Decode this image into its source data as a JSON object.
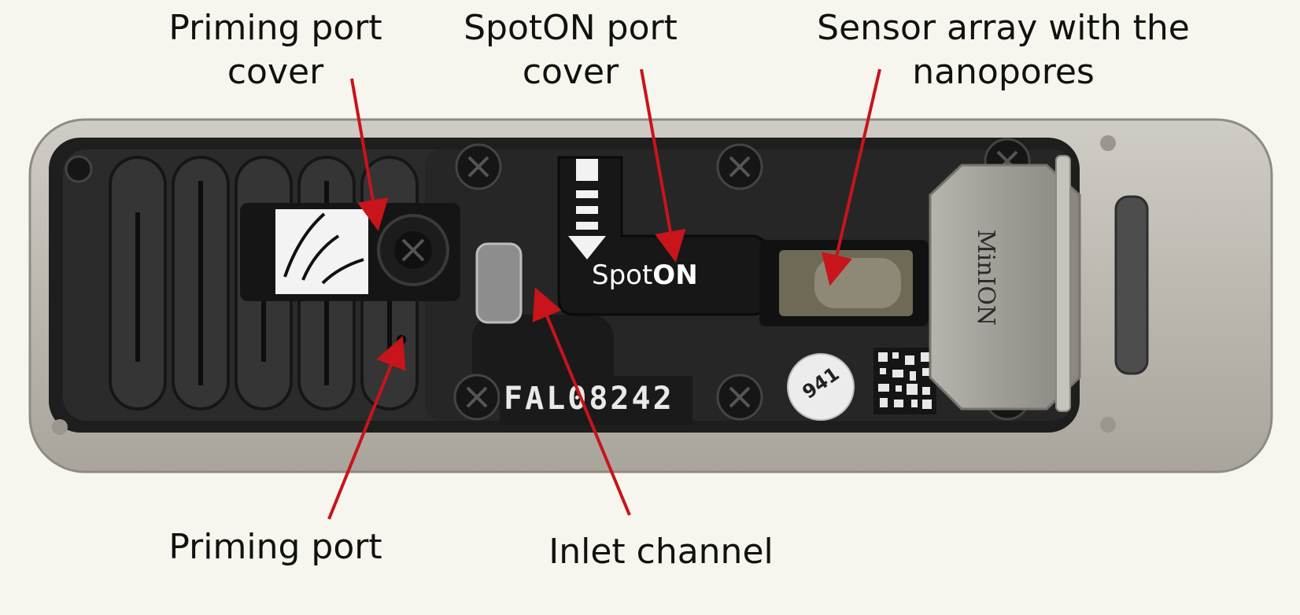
{
  "labels": {
    "priming_port_cover_line1": "Priming port",
    "priming_port_cover_line2": "cover",
    "spoton_port_cover_line1": "SpotON port",
    "spoton_port_cover_line2": "cover",
    "sensor_array_line1": "Sensor array with the",
    "sensor_array_line2": "nanopores",
    "priming_port": "Priming port",
    "inlet_channel": "Inlet channel"
  },
  "device": {
    "spoton_text_regular": "Spot",
    "spoton_text_bold": "ON",
    "serial": "FAL08242",
    "brand": "MinION",
    "sticker": "941"
  },
  "colors": {
    "arrow": "#c8141b",
    "background": "#f7f6ee",
    "frame": "#b5b2ab",
    "body": "#2b2b2b"
  }
}
